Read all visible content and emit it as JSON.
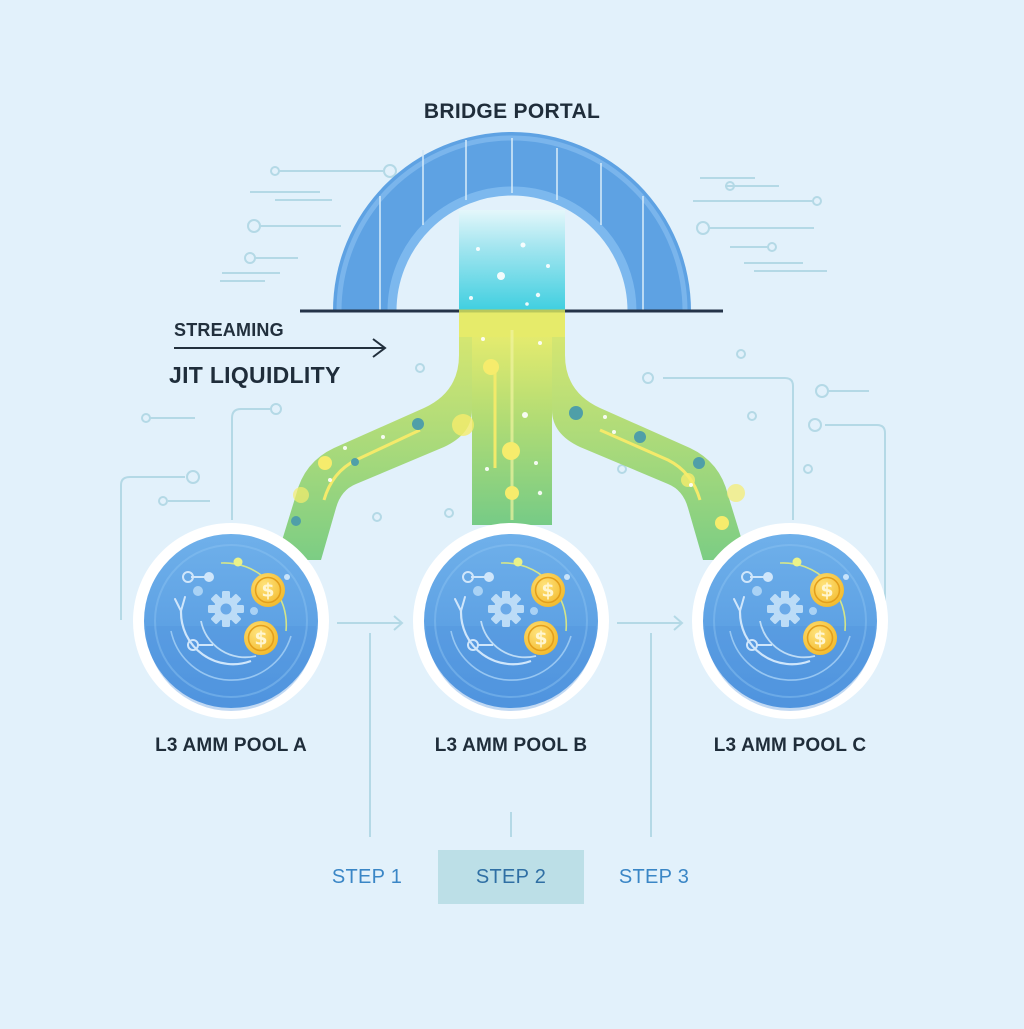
{
  "diagram": {
    "title": "BRIDGE PORTAL",
    "stream_label": "STREAMING",
    "jit_label": "JIT LIQUIDLITY",
    "pools": [
      {
        "id": "a",
        "label": "L3 AMM POOL A",
        "icons": [
          "gear-icon",
          "coin-icon",
          "coin-icon",
          "cycle-arrow-icon"
        ]
      },
      {
        "id": "b",
        "label": "L3 AMM POOL B",
        "icons": [
          "gear-icon",
          "coin-icon",
          "coin-icon",
          "cycle-arrow-icon"
        ]
      },
      {
        "id": "c",
        "label": "L3 AMM POOL C",
        "icons": [
          "gear-icon",
          "coin-icon",
          "coin-icon",
          "cycle-arrow-icon"
        ]
      }
    ],
    "steps": [
      {
        "label": "STEP 1",
        "active": false
      },
      {
        "label": "STEP 2",
        "active": true
      },
      {
        "label": "STEP 3",
        "active": false
      }
    ],
    "coin_symbol": "$",
    "colors": {
      "background": "#e2f1fb",
      "bridge_blue": "#5fa3e4",
      "portal_cyan": "#4dd0e1",
      "stream_yellow": "#e6eb6a",
      "stream_green": "#7fcf85",
      "pool_blue": "#5a9fe3",
      "coin_gold": "#f5c531",
      "circuit_line": "#b4d9e6",
      "step_active_bg": "#bcdfe7",
      "step_text": "#3a86c6"
    }
  }
}
